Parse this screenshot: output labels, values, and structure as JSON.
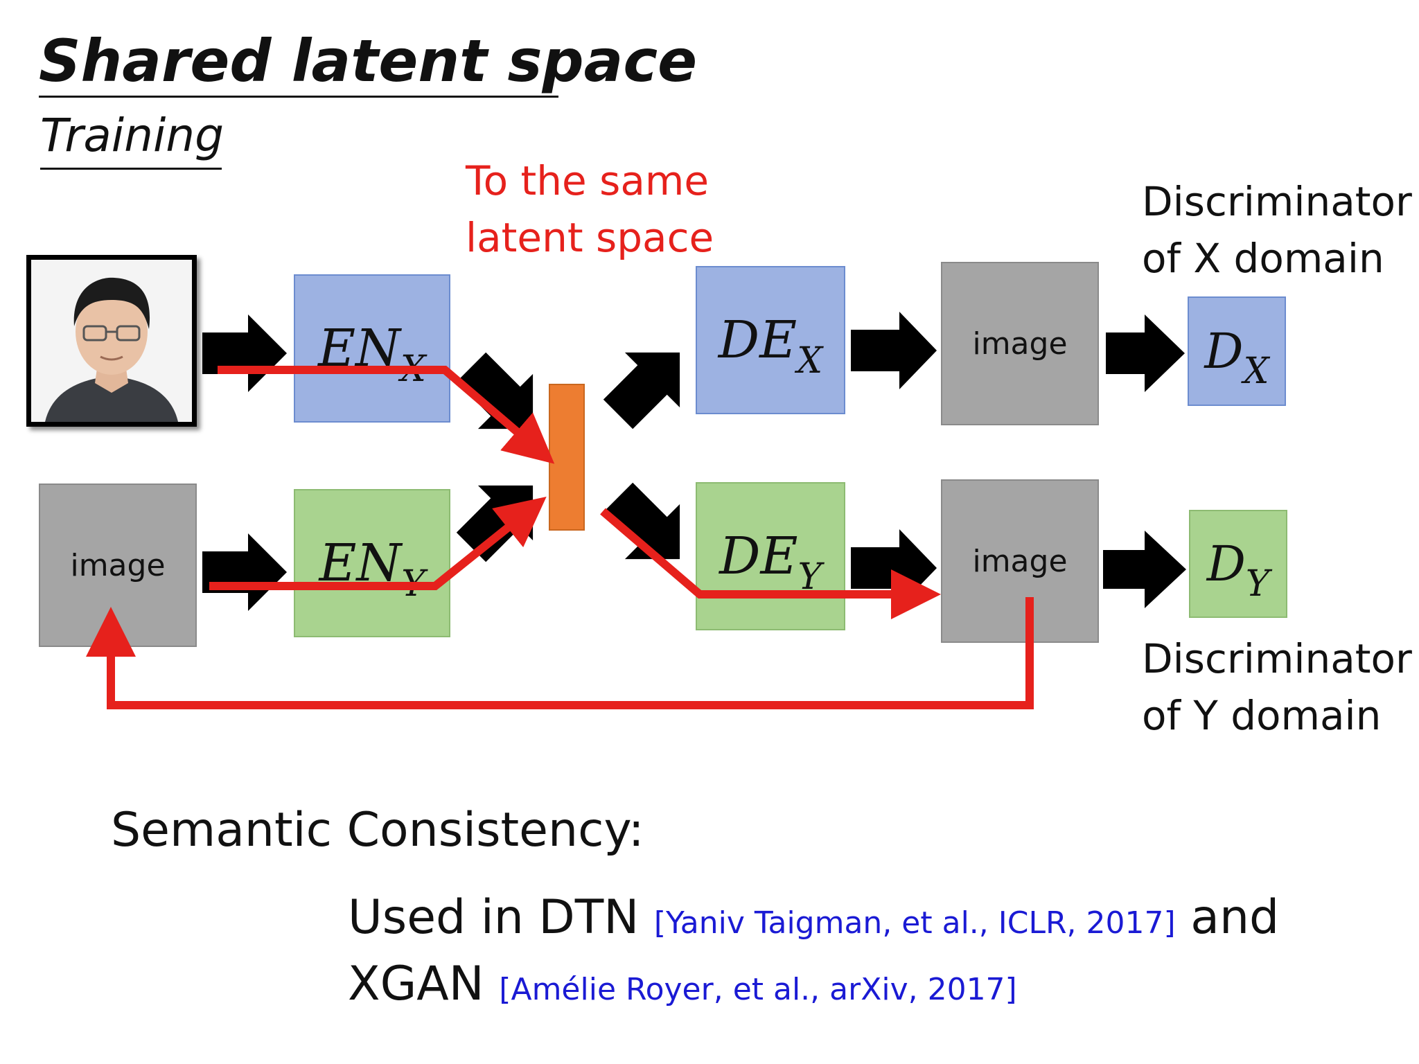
{
  "slide": {
    "title": "Shared latent space",
    "subtitle": "Training",
    "annotation_line1": "To the same",
    "annotation_line2": "latent space"
  },
  "discriminator_x": {
    "line1": "Discriminator",
    "line2": "of X domain"
  },
  "discriminator_y": {
    "line1": "Discriminator",
    "line2": "of Y domain"
  },
  "nodes": {
    "en_x": {
      "main": "EN",
      "sub": "X"
    },
    "en_y": {
      "main": "EN",
      "sub": "Y"
    },
    "de_x": {
      "main": "DE",
      "sub": "X"
    },
    "de_y": {
      "main": "DE",
      "sub": "Y"
    },
    "d_x": {
      "main": "D",
      "sub": "X"
    },
    "d_y": {
      "main": "D",
      "sub": "Y"
    },
    "image_input_y": "image",
    "image_output_x": "image",
    "image_output_y": "image"
  },
  "bottom": {
    "heading": "Semantic Consistency:",
    "line1_text": "Used in DTN",
    "line1_ref": "[Yaniv Taigman, et al., ICLR, 2017]",
    "line1_tail": "and",
    "line2_text": "XGAN",
    "line2_ref": "[Amélie Royer, et al., arXiv, 2017]"
  },
  "colors": {
    "encoder_x": "#9db2e2",
    "encoder_y": "#a9d38f",
    "image_box": "#a5a5a5",
    "latent_code": "#ed7d31",
    "path_red": "#e6211c",
    "reference_blue": "#1a1ad4"
  },
  "icons": {
    "photo": "person-photo-icon",
    "block_arrow": "black-block-arrow-icon",
    "red_path": "red-path-arrow-icon"
  }
}
